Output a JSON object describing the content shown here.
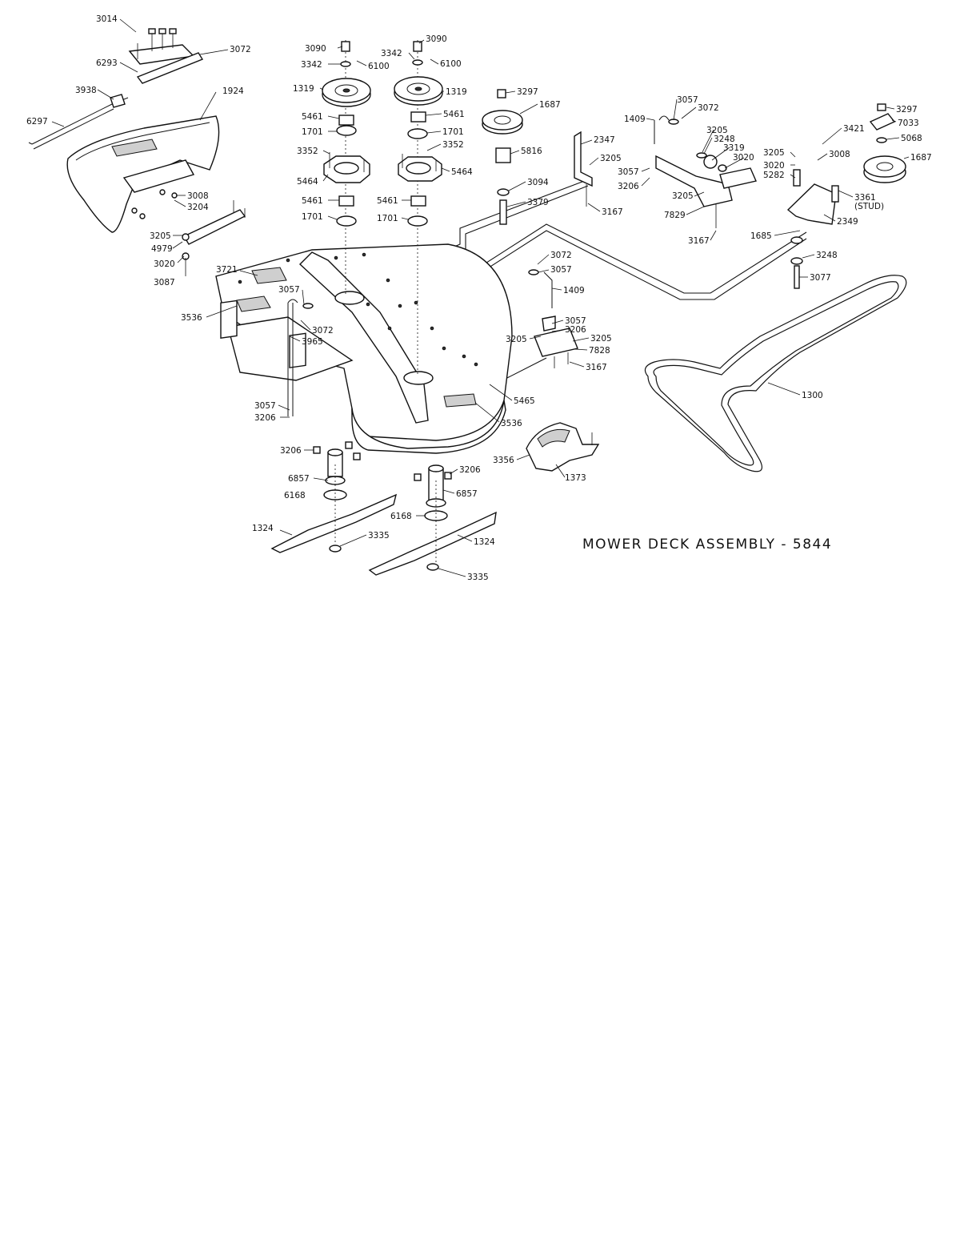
{
  "title": "MOWER DECK ASSEMBLY - 5844",
  "callouts": [
    {
      "id": "p3014a",
      "text": "3014"
    },
    {
      "id": "p3072a",
      "text": "3072"
    },
    {
      "id": "p6293",
      "text": "6293"
    },
    {
      "id": "p3938",
      "text": "3938"
    },
    {
      "id": "p6297",
      "text": "6297"
    },
    {
      "id": "p1924",
      "text": "1924"
    },
    {
      "id": "p3008a",
      "text": "3008"
    },
    {
      "id": "p3204",
      "text": "3204"
    },
    {
      "id": "p3205a",
      "text": "3205"
    },
    {
      "id": "p4979",
      "text": "4979"
    },
    {
      "id": "p3020a",
      "text": "3020"
    },
    {
      "id": "p3087",
      "text": "3087"
    },
    {
      "id": "p3721",
      "text": "3721"
    },
    {
      "id": "p3536a",
      "text": "3536"
    },
    {
      "id": "p3057a",
      "text": "3057"
    },
    {
      "id": "p3072b",
      "text": "3072"
    },
    {
      "id": "p3965",
      "text": "3965"
    },
    {
      "id": "p3057b",
      "text": "3057"
    },
    {
      "id": "p3206a",
      "text": "3206"
    },
    {
      "id": "p3090a",
      "text": "3090"
    },
    {
      "id": "p3342a",
      "text": "3342"
    },
    {
      "id": "p6100a",
      "text": "6100"
    },
    {
      "id": "p1319a",
      "text": "1319"
    },
    {
      "id": "p5461a",
      "text": "5461"
    },
    {
      "id": "p1701a",
      "text": "1701"
    },
    {
      "id": "p3352a",
      "text": "3352"
    },
    {
      "id": "p5464a",
      "text": "5464"
    },
    {
      "id": "p5461b",
      "text": "5461"
    },
    {
      "id": "p1701b",
      "text": "1701"
    },
    {
      "id": "p3090b",
      "text": "3090"
    },
    {
      "id": "p3342b",
      "text": "3342"
    },
    {
      "id": "p6100b",
      "text": "6100"
    },
    {
      "id": "p1319b",
      "text": "1319"
    },
    {
      "id": "p5461c",
      "text": "5461"
    },
    {
      "id": "p1701c",
      "text": "1701"
    },
    {
      "id": "p3352b",
      "text": "3352"
    },
    {
      "id": "p5464b",
      "text": "5464"
    },
    {
      "id": "p5461d",
      "text": "5461"
    },
    {
      "id": "p1701d",
      "text": "1701"
    },
    {
      "id": "p3297a",
      "text": "3297"
    },
    {
      "id": "p1687a",
      "text": "1687"
    },
    {
      "id": "p5816",
      "text": "5816"
    },
    {
      "id": "p3094",
      "text": "3094"
    },
    {
      "id": "p3379",
      "text": "3379"
    },
    {
      "id": "p2347",
      "text": "2347"
    },
    {
      "id": "p3205b",
      "text": "3205"
    },
    {
      "id": "p3057c",
      "text": "3057"
    },
    {
      "id": "p3206b",
      "text": "3206"
    },
    {
      "id": "p3167a",
      "text": "3167"
    },
    {
      "id": "p1409a",
      "text": "1409"
    },
    {
      "id": "p3057d",
      "text": "3057"
    },
    {
      "id": "p3072c",
      "text": "3072"
    },
    {
      "id": "p3205c",
      "text": "3205"
    },
    {
      "id": "p3248a",
      "text": "3248"
    },
    {
      "id": "p3319",
      "text": "3319"
    },
    {
      "id": "p3020b",
      "text": "3020"
    },
    {
      "id": "p3205d",
      "text": "3205"
    },
    {
      "id": "p3020c",
      "text": "3020"
    },
    {
      "id": "p5282",
      "text": "5282"
    },
    {
      "id": "p3205e",
      "text": "3205"
    },
    {
      "id": "p7829",
      "text": "7829"
    },
    {
      "id": "p3167b",
      "text": "3167"
    },
    {
      "id": "p1685",
      "text": "1685"
    },
    {
      "id": "p3421",
      "text": "3421"
    },
    {
      "id": "p3008b",
      "text": "3008"
    },
    {
      "id": "p3297b",
      "text": "3297"
    },
    {
      "id": "p7033",
      "text": "7033"
    },
    {
      "id": "p5068",
      "text": "5068"
    },
    {
      "id": "p1687b",
      "text": "1687"
    },
    {
      "id": "p3361",
      "text": "3361"
    },
    {
      "id": "pstud",
      "text": "(STUD)"
    },
    {
      "id": "p2349",
      "text": "2349"
    },
    {
      "id": "p3248b",
      "text": "3248"
    },
    {
      "id": "p3077",
      "text": "3077"
    },
    {
      "id": "p3072d",
      "text": "3072"
    },
    {
      "id": "p3057e",
      "text": "3057"
    },
    {
      "id": "p1409b",
      "text": "1409"
    },
    {
      "id": "p3057f",
      "text": "3057"
    },
    {
      "id": "p3206c",
      "text": "3206"
    },
    {
      "id": "p3205f",
      "text": "3205"
    },
    {
      "id": "p3205g",
      "text": "3205"
    },
    {
      "id": "p7828",
      "text": "7828"
    },
    {
      "id": "p3167c",
      "text": "3167"
    },
    {
      "id": "p5465",
      "text": "5465"
    },
    {
      "id": "p3536b",
      "text": "3536"
    },
    {
      "id": "p1300",
      "text": "1300"
    },
    {
      "id": "p3206d",
      "text": "3206"
    },
    {
      "id": "p6857a",
      "text": "6857"
    },
    {
      "id": "p6168a",
      "text": "6168"
    },
    {
      "id": "p1324a",
      "text": "1324"
    },
    {
      "id": "p3335a",
      "text": "3335"
    },
    {
      "id": "p3206e",
      "text": "3206"
    },
    {
      "id": "p6857b",
      "text": "6857"
    },
    {
      "id": "p6168b",
      "text": "6168"
    },
    {
      "id": "p1324b",
      "text": "1324"
    },
    {
      "id": "p3335b",
      "text": "3335"
    },
    {
      "id": "p3356",
      "text": "3356"
    },
    {
      "id": "p1373",
      "text": "1373"
    }
  ]
}
